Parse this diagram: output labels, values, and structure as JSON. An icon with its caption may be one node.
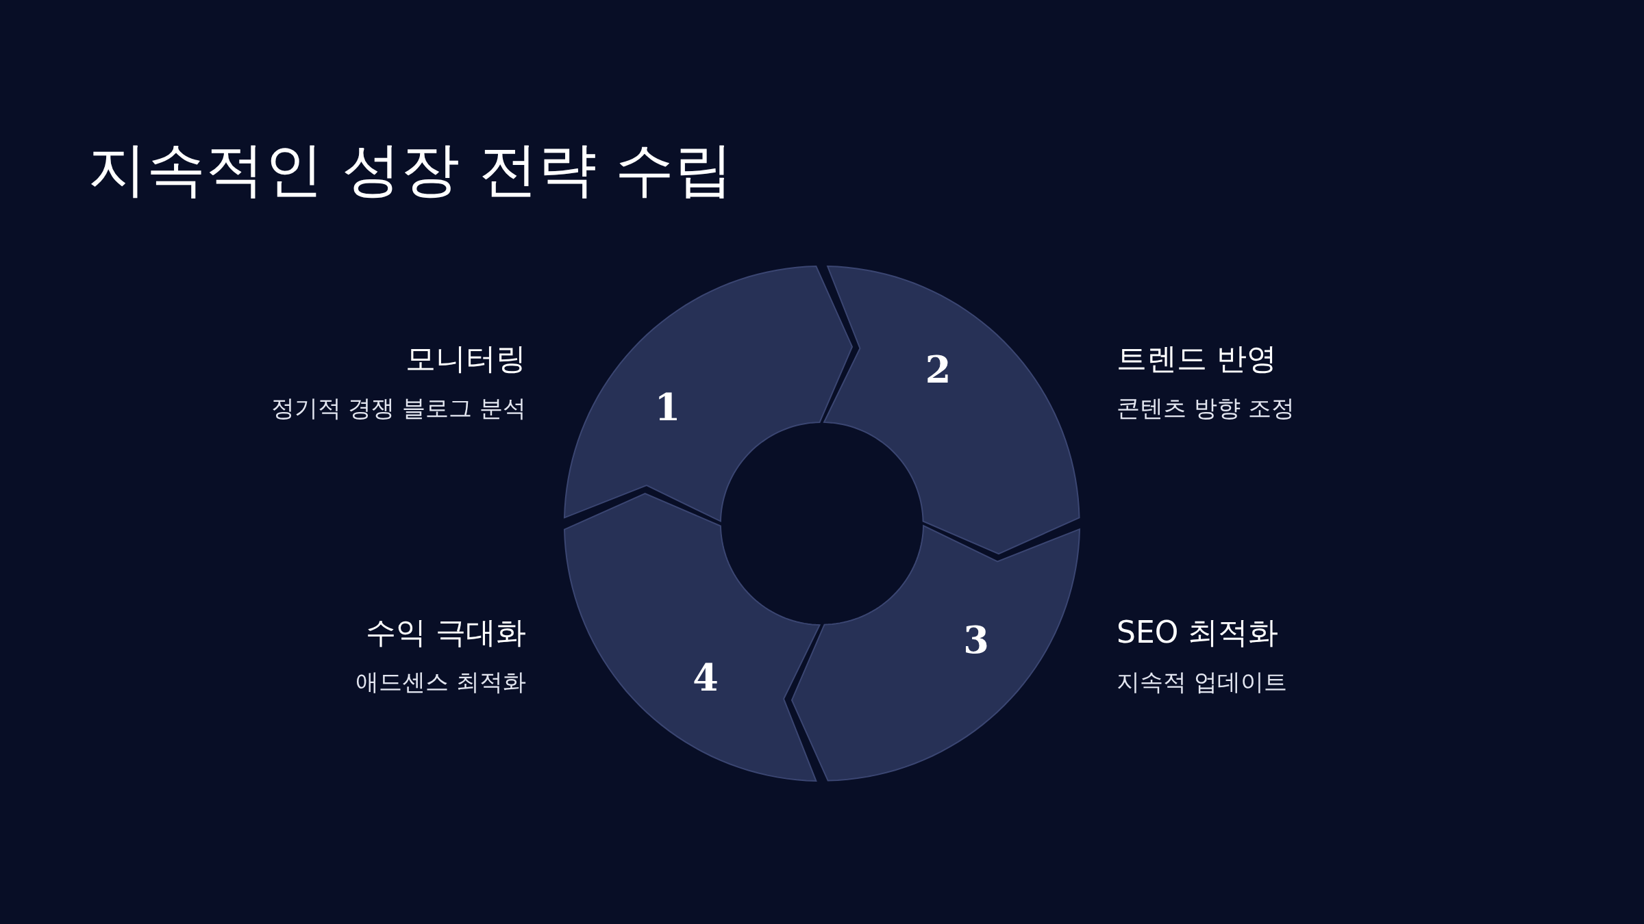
{
  "diagram": {
    "title": "지속적인 성장 전략 수립",
    "nodes": [
      {
        "text": [
          "1"
        ],
        "beside": [
          "모니터링",
          "정기적 경쟁 블로그 분석"
        ]
      },
      {
        "text": [
          "2"
        ],
        "beside": [
          "트렌드 반영",
          "콘텐츠 방향 조정"
        ]
      },
      {
        "text": [
          "3"
        ],
        "beside": [
          "SEO 최적화",
          "지속적 업데이트"
        ]
      },
      {
        "text": [
          "4"
        ],
        "beside": [
          "수익 극대화",
          "애드센스 최적화"
        ]
      }
    ]
  }
}
